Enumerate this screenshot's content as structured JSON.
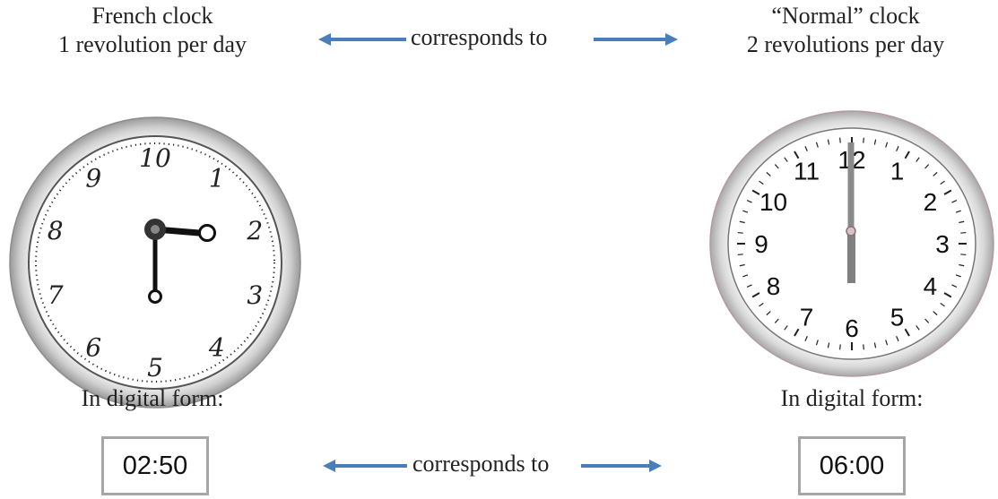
{
  "left": {
    "title_line1": "French clock",
    "title_line2": "1 revolution per day",
    "digital_label": "In digital form:",
    "digital_time": "02:50",
    "dial_numbers": [
      "10",
      "1",
      "2",
      "3",
      "4",
      "5",
      "6",
      "7",
      "8",
      "9"
    ]
  },
  "right": {
    "title_line1": "“Normal” clock",
    "title_line2": "2 revolutions per day",
    "digital_label": "In digital form:",
    "digital_time": "06:00",
    "dial_numbers": [
      "12",
      "1",
      "2",
      "3",
      "4",
      "5",
      "6",
      "7",
      "8",
      "9",
      "10",
      "11"
    ]
  },
  "corresponds_top": "corresponds to",
  "corresponds_bottom": "corresponds to",
  "colors": {
    "arrow": "#4a7ebb",
    "box_border": "#a6a6a6"
  }
}
